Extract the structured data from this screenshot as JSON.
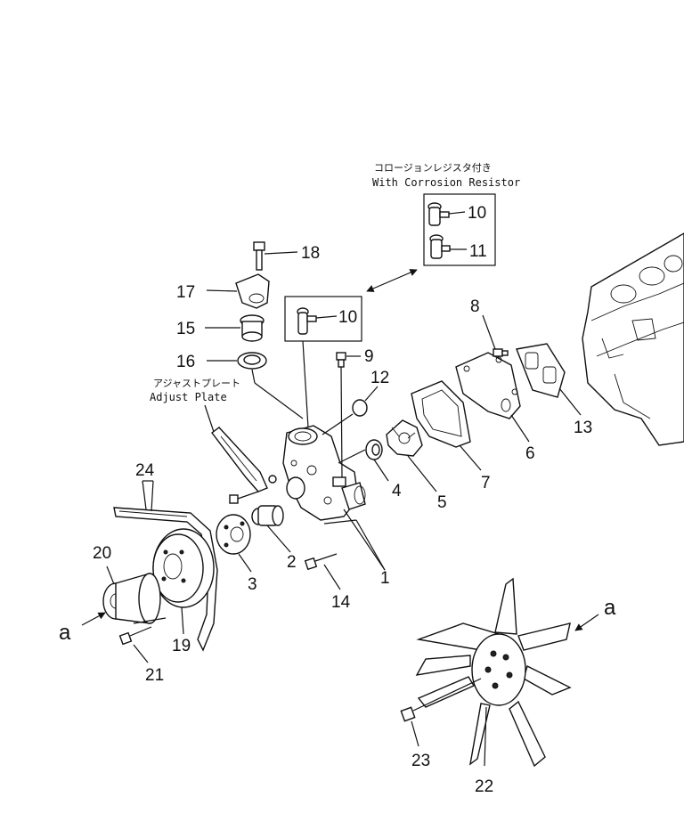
{
  "notes": {
    "corrosion_jp": "コロージョンレジスタ付き",
    "corrosion_en": "With Corrosion Resistor",
    "adjust_jp": "アジャストプレート",
    "adjust_en": "Adjust Plate"
  },
  "view_marker": "a",
  "callouts": {
    "n1": "1",
    "n2": "2",
    "n3": "3",
    "n4": "4",
    "n5": "5",
    "n6": "6",
    "n7": "7",
    "n8": "8",
    "n9": "9",
    "n10_top": "10",
    "n10_mid": "10",
    "n11": "11",
    "n12": "12",
    "n13": "13",
    "n14": "14",
    "n15": "15",
    "n16": "16",
    "n17": "17",
    "n18": "18",
    "n19": "19",
    "n20": "20",
    "n21": "21",
    "n22": "22",
    "n23": "23",
    "n24": "24"
  }
}
